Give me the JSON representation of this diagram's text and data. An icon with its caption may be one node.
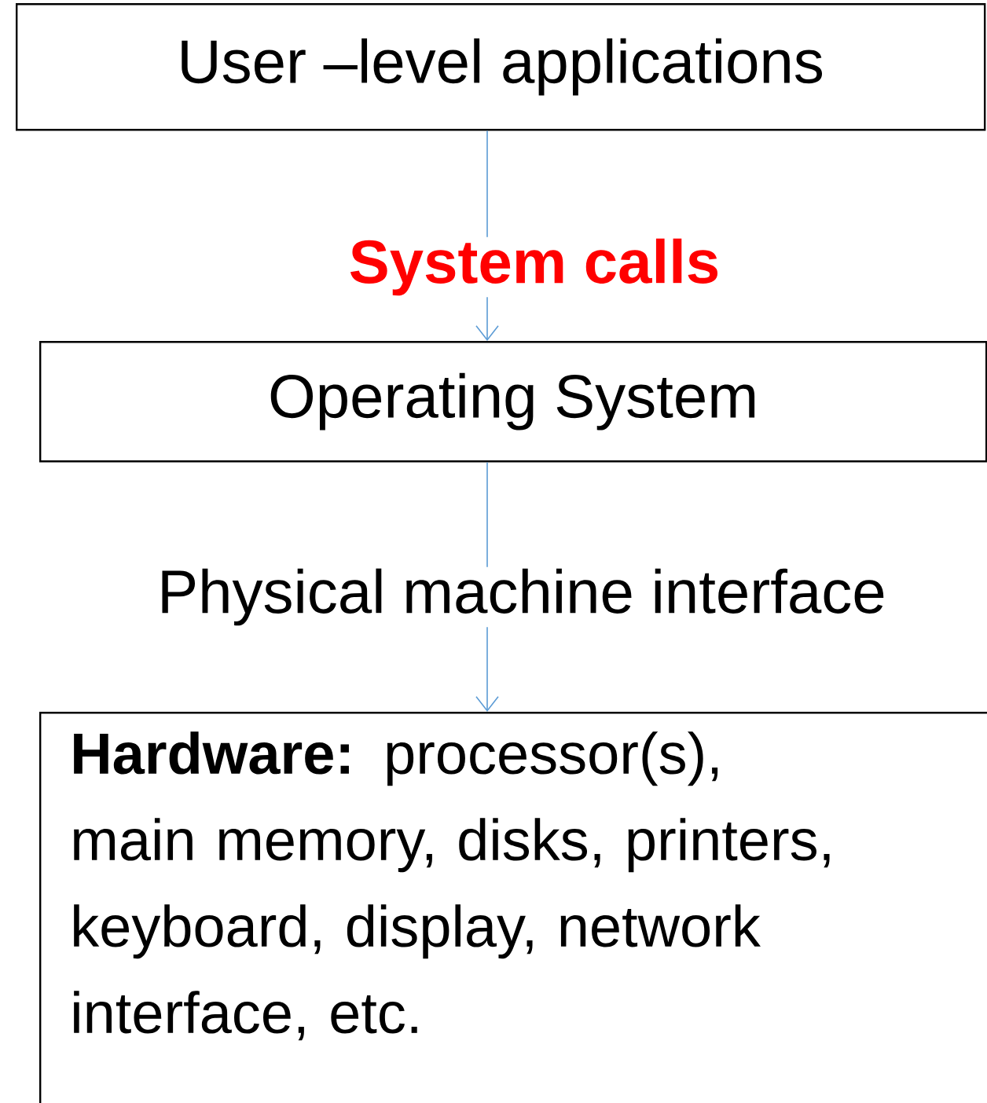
{
  "diagram": {
    "nodes": [
      {
        "text": [
          "User –level applications"
        ]
      },
      {
        "text": [
          "Operating System"
        ]
      },
      {
        "text": [
          "**Hardware:** processor(s), main memory, disks, printers, keyboard, display, network interface, etc."
        ]
      }
    ],
    "edges": [
      {
        "from": 0,
        "to": 1,
        "arrow": "to",
        "label": "System calls"
      },
      {
        "from": 1,
        "to": 2,
        "arrow": "to",
        "label": "Physical machine interface"
      }
    ]
  }
}
